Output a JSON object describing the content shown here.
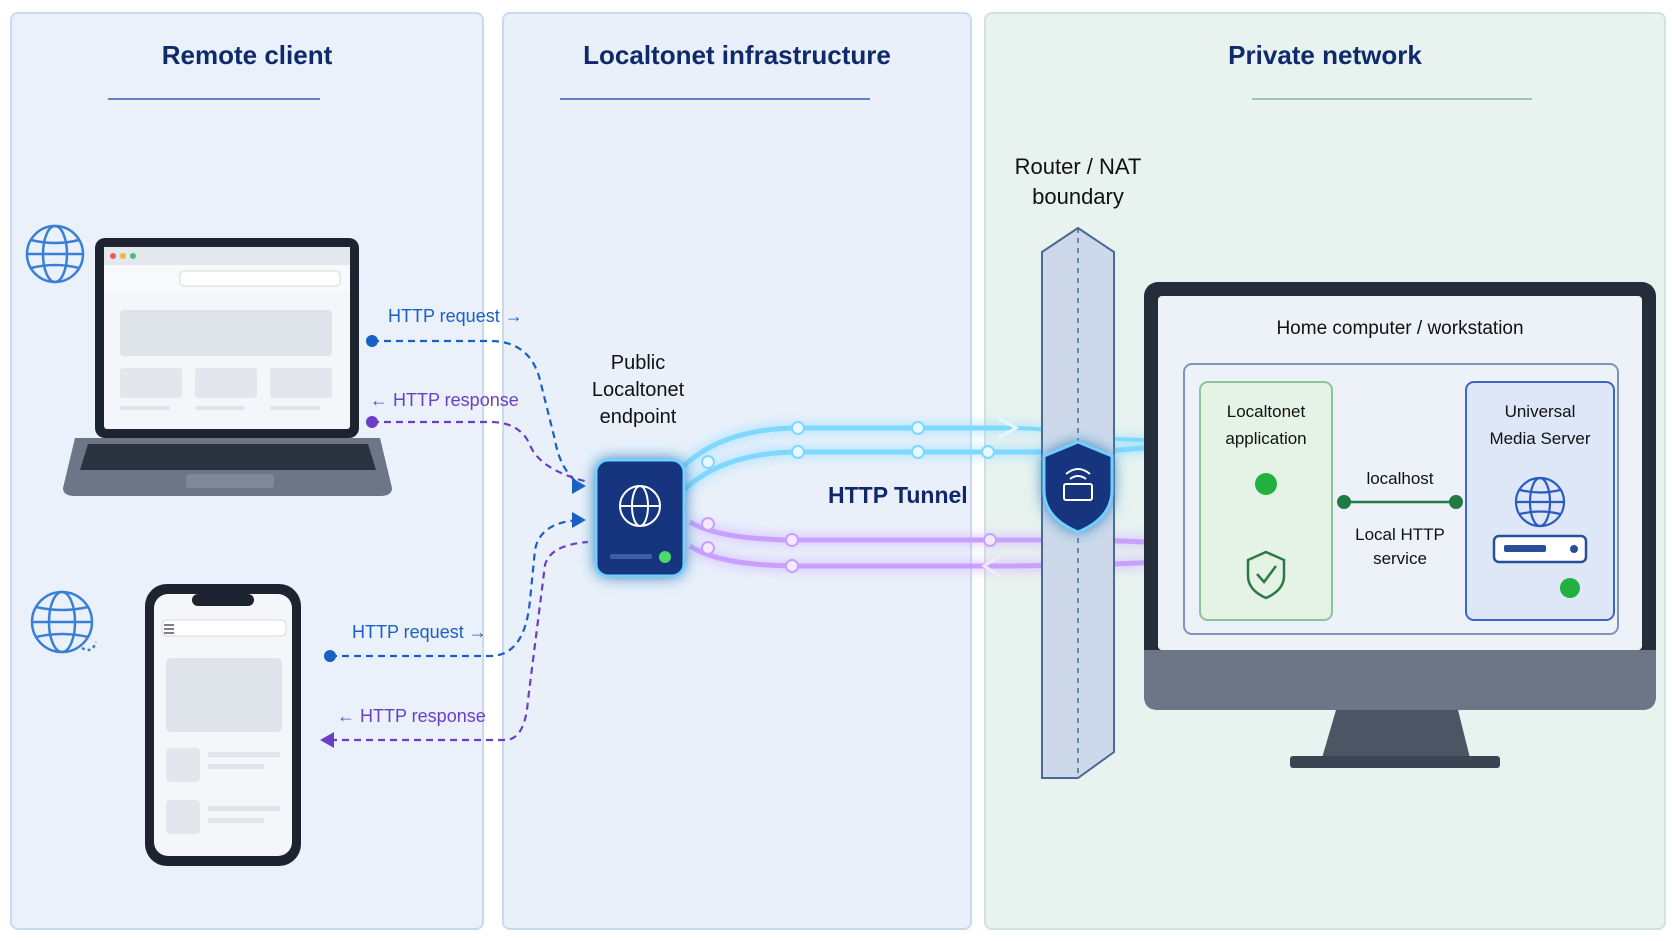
{
  "panels": {
    "remote_client": "Remote client",
    "infrastructure": "Localtonet infrastructure",
    "private_network": "Private network"
  },
  "laptop": {
    "request": "HTTP request →",
    "response": "← HTTP response"
  },
  "phone": {
    "request": "HTTP request →",
    "response": "← HTTP response"
  },
  "endpoint": {
    "line1": "Public",
    "line2": "Localtonet",
    "line3": "endpoint"
  },
  "tunnel": {
    "label": "HTTP Tunnel"
  },
  "router": {
    "line1": "Router / NAT",
    "line2": "boundary"
  },
  "computer": {
    "title": "Home computer / workstation"
  },
  "app": {
    "line1": "Localtonet",
    "line2": "application"
  },
  "localhost": {
    "label": "localhost",
    "service1": "Local HTTP",
    "service2": "service"
  },
  "ums": {
    "line1": "Universal",
    "line2": "Media Server"
  },
  "colors": {
    "request": "#1a5fc4",
    "response": "#6a3fc6",
    "tunnel_blue": "#4fc3f7",
    "tunnel_purple": "#b07cf5"
  }
}
